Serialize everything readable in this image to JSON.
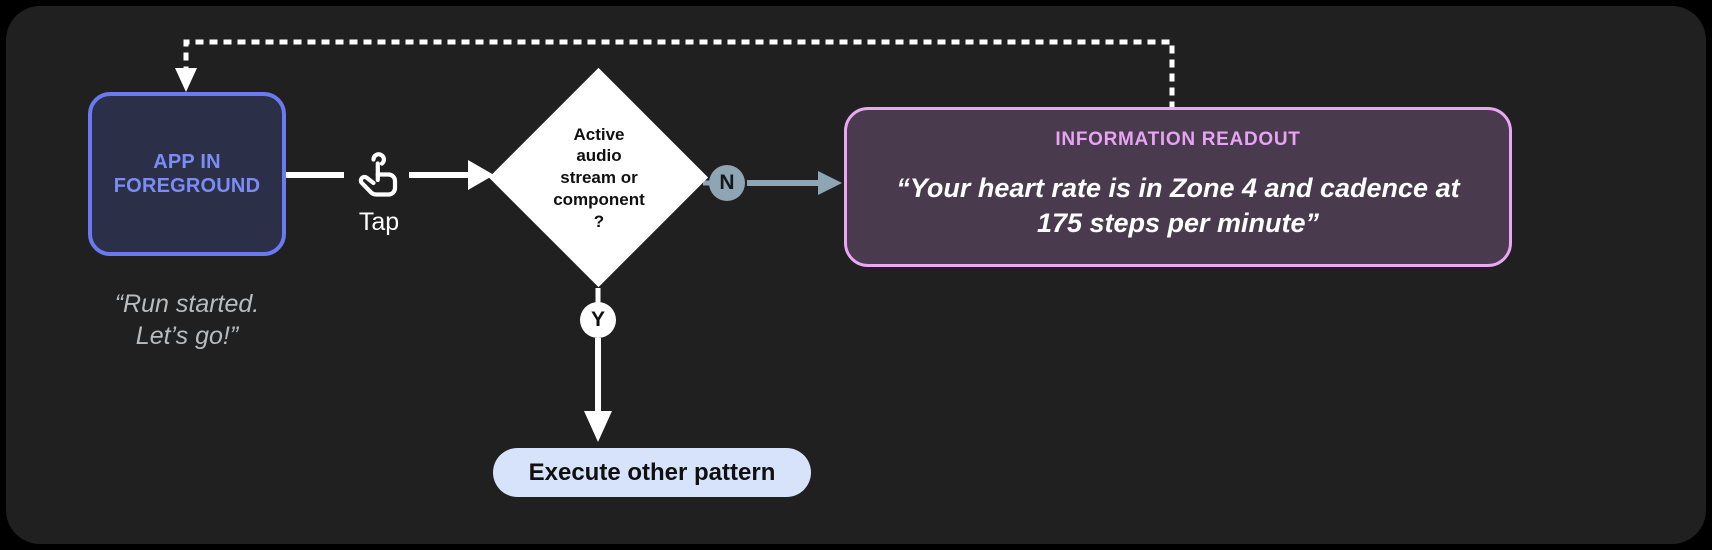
{
  "diagram": {
    "title": "Tap interaction flow with audio stream decision",
    "background_color": "#202020",
    "nodes": {
      "app_foreground": {
        "label": "APP IN\nFOREGROUND",
        "label_line1": "APP IN",
        "label_line2": "FOREGROUND",
        "text_color": "#7b8cf5",
        "fill_color": "#2b3048",
        "border_color": "#6a7af0"
      },
      "app_caption": {
        "line1": "“Run started.",
        "line2": "Let’s go!”",
        "color": "#b9bcbe"
      },
      "tap_gesture": {
        "icon": "tap-gesture-icon",
        "label": "Tap",
        "color": "#ffffff"
      },
      "decision": {
        "line1": "Active",
        "line2": "audio",
        "line3": "stream or",
        "line4": "component",
        "line5": "?",
        "fill_color": "#ffffff",
        "text_color": "#101010"
      },
      "branch_no": {
        "label": "N",
        "fill_color": "#8ea6b4",
        "text_color": "#14181a"
      },
      "branch_yes": {
        "label": "Y",
        "fill_color": "#ffffff",
        "text_color": "#101010"
      },
      "information_readout": {
        "title": "INFORMATION READOUT",
        "body_line1": "“Your heart rate is in Zone 4 and cadence at",
        "body_line2": "175 steps per minute”",
        "title_color": "#e6a4f2",
        "body_color": "#ffffff",
        "fill_color": "#4a3a4e",
        "border_color": "#e9a7f4"
      },
      "execute_other_pattern": {
        "label": "Execute other pattern",
        "fill_color": "#d7e2fb",
        "text_color": "#101010"
      }
    },
    "connectors": {
      "app_to_tap": {
        "style": "solid",
        "color": "#ffffff"
      },
      "tap_to_decision": {
        "style": "solid-arrow",
        "color": "#ffffff"
      },
      "no_to_readout": {
        "style": "solid-arrow",
        "color": "#8ea6b4"
      },
      "decision_to_yes": {
        "style": "solid",
        "color": "#ffffff"
      },
      "yes_to_execute": {
        "style": "solid-arrow",
        "color": "#ffffff"
      },
      "readout_back_to_app": {
        "style": "dotted-arrow",
        "color": "#ffffff"
      }
    }
  }
}
